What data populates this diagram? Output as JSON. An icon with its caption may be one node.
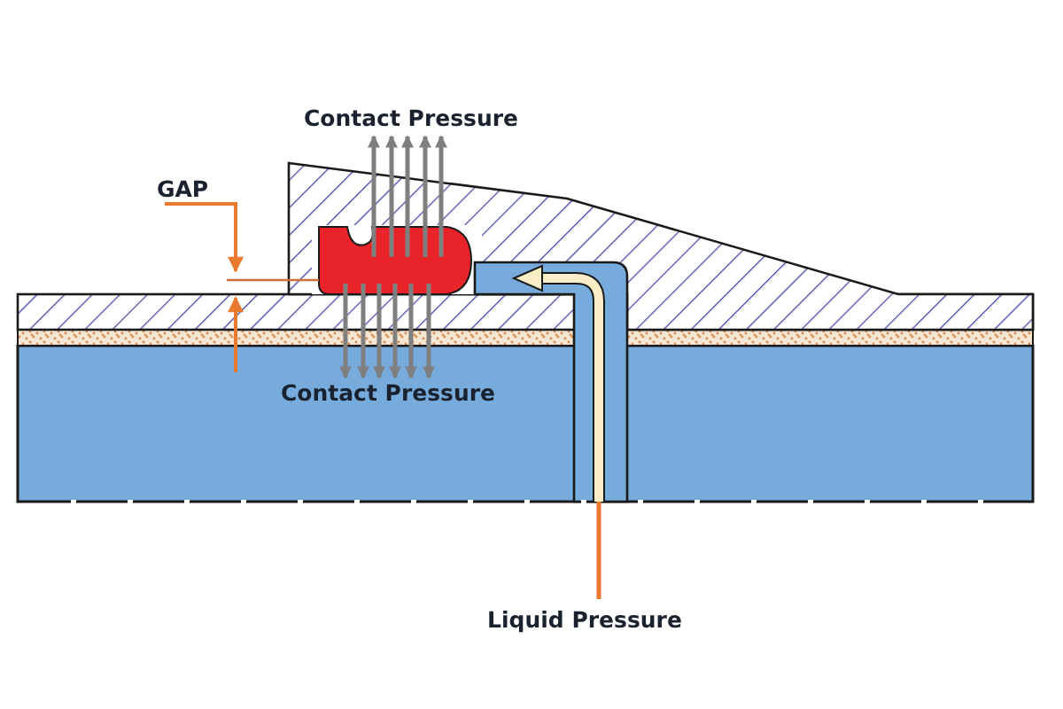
{
  "diagram": {
    "labels": [
      "Contact Pressure",
      "GAP",
      "Contact Pressure",
      "Liquid Pressure"
    ]
  }
}
